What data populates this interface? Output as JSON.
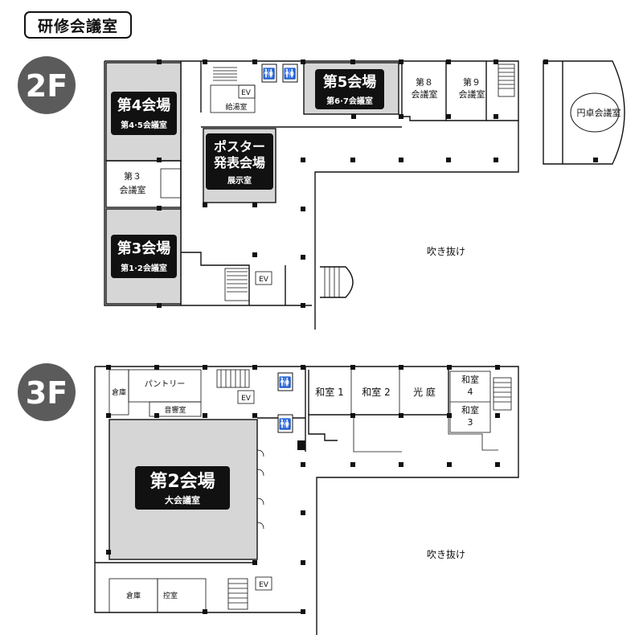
{
  "title": "研修会議室",
  "floors": [
    {
      "id": "2f",
      "label": "2F",
      "halls": [
        {
          "key": "hall4",
          "name": "第4会場",
          "sub": "第4·5会議室"
        },
        {
          "key": "hall5",
          "name": "第5会場",
          "sub": "第6·7会議室"
        },
        {
          "key": "poster",
          "name_lines": [
            "ポスター",
            "発表会場"
          ],
          "sub": "展示室"
        },
        {
          "key": "hall3",
          "name": "第3会場",
          "sub": "第1·2会議室"
        }
      ],
      "rooms": [
        {
          "key": "room3",
          "lines": [
            "第３",
            "会議室"
          ]
        },
        {
          "key": "room8",
          "lines": [
            "第８",
            "会議室"
          ]
        },
        {
          "key": "room9",
          "lines": [
            "第９",
            "会議室"
          ]
        },
        {
          "key": "round",
          "lines": [
            "円卓会議室"
          ]
        },
        {
          "key": "kyutoshitsu",
          "lines": [
            "給湯室"
          ]
        },
        {
          "key": "void",
          "lines": [
            "吹き抜け"
          ]
        }
      ],
      "ev_labels": [
        "EV",
        "EV"
      ]
    },
    {
      "id": "3f",
      "label": "3F",
      "halls": [
        {
          "key": "hall2",
          "name": "第2会場",
          "sub": "大会議室"
        }
      ],
      "rooms": [
        {
          "key": "souko1",
          "lines": [
            "倉庫"
          ]
        },
        {
          "key": "pantry",
          "lines": [
            "パントリー"
          ]
        },
        {
          "key": "onkyo",
          "lines": [
            "音響室"
          ]
        },
        {
          "key": "washitsu1",
          "lines": [
            "和室 1"
          ]
        },
        {
          "key": "washitsu2",
          "lines": [
            "和室 2"
          ]
        },
        {
          "key": "kotei",
          "lines": [
            "光 庭"
          ]
        },
        {
          "key": "washitsu4",
          "lines": [
            "和室",
            "4"
          ]
        },
        {
          "key": "washitsu3",
          "lines": [
            "和室",
            "3"
          ]
        },
        {
          "key": "void",
          "lines": [
            "吹き抜け"
          ]
        },
        {
          "key": "souko2",
          "lines": [
            "倉庫"
          ]
        },
        {
          "key": "hikae",
          "lines": [
            "控室"
          ]
        }
      ],
      "ev_labels": [
        "EV",
        "EV"
      ]
    }
  ],
  "colors": {
    "hall_fill": "#d6d6d6",
    "label_pill": "#111111",
    "floor_badge": "#5b5b5b",
    "wall": "#111111"
  },
  "icons": [
    "restroom-icon",
    "telephone-icon",
    "elevator-icon",
    "stairs-icon",
    "door-swing-icon"
  ]
}
